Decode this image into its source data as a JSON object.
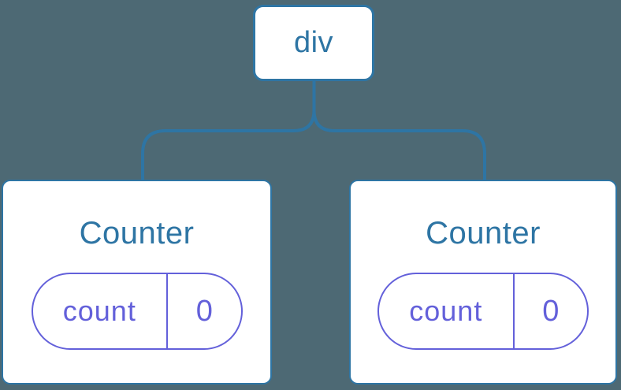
{
  "colors": {
    "background": "#4D6974",
    "node_border_blue": "#2E75A4",
    "state_purple": "#6360DA",
    "node_fill": "#FFFFFF"
  },
  "tree": {
    "root": {
      "label": "div"
    },
    "children": [
      {
        "title": "Counter",
        "state": {
          "key": "count",
          "value": "0"
        }
      },
      {
        "title": "Counter",
        "state": {
          "key": "count",
          "value": "0"
        }
      }
    ]
  }
}
